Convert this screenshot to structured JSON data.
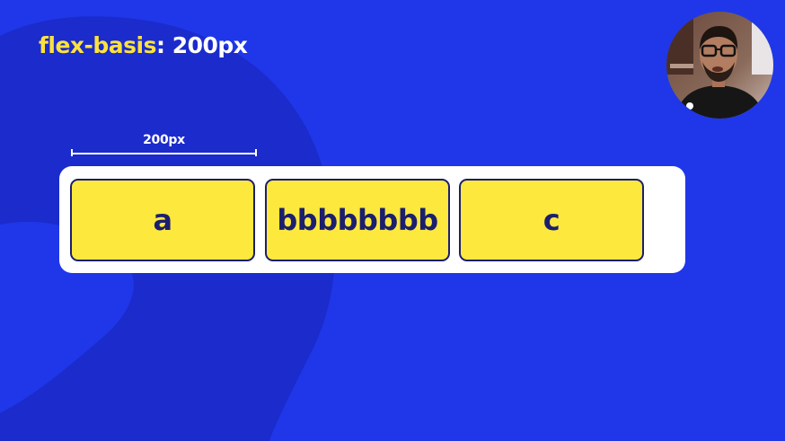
{
  "slide": {
    "title_property": "flex-basis",
    "title_separator": ":",
    "title_value": "200px"
  },
  "measure": {
    "label": "200px"
  },
  "flex_items": [
    {
      "label": "a"
    },
    {
      "label": "bbbbbbbb"
    },
    {
      "label": "c"
    }
  ],
  "presenter": {
    "icon": "presenter-video-avatar"
  },
  "colors": {
    "background": "#1f37e8",
    "accent_yellow": "#fde23c",
    "item_fill": "#fde83e",
    "item_text": "#1b1f6e",
    "container": "#ffffff"
  }
}
